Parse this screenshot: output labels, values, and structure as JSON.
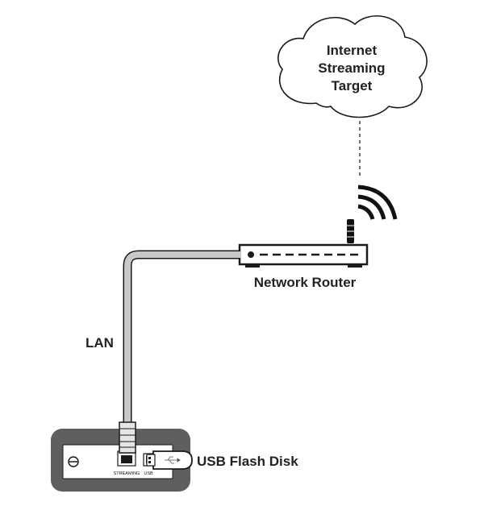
{
  "cloud": {
    "line1": "Internet",
    "line2": "Streaming",
    "line3": "Target"
  },
  "router": {
    "label": "Network Router"
  },
  "cable": {
    "label": "LAN"
  },
  "device": {
    "streaming_port": "STREAMING",
    "usb_port": "USB"
  },
  "usb_disk": {
    "label": "USB Flash Disk"
  },
  "colors": {
    "device_body": "#5f5f5f",
    "cable": "#c8c8c8",
    "stroke": "#1a1a1a"
  },
  "icons": [
    "cloud-icon",
    "router-icon",
    "wifi-waves-icon",
    "rj45-plug-icon",
    "usb-flash-drive-icon",
    "screw-icon",
    "usb-symbol-icon"
  ]
}
